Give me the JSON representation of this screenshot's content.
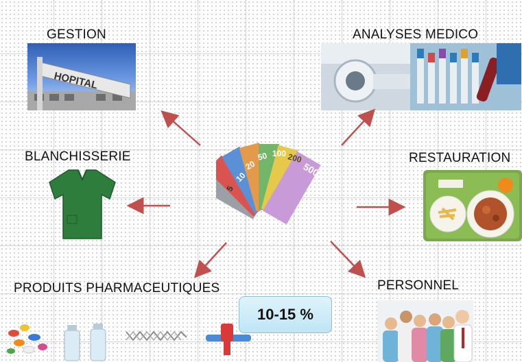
{
  "labels": {
    "gestion": "GESTION",
    "analyses": "ANALYSES MEDICO",
    "blanchisserie": "BLANCHISSERIE",
    "restauration": "RESTAURATION",
    "produits": "PRODUITS PHARMACEUTIQUES",
    "personnel": "PERSONNEL"
  },
  "hospital_sign": "HOPITAL",
  "percentage": "10-15 %",
  "banknote_values": [
    "5",
    "10",
    "20",
    "50",
    "100",
    "200",
    "500"
  ],
  "colors": {
    "arrow": "#c0504d",
    "percentage_box": "#cfeaf7",
    "scrubs": "#2e7d3c"
  }
}
